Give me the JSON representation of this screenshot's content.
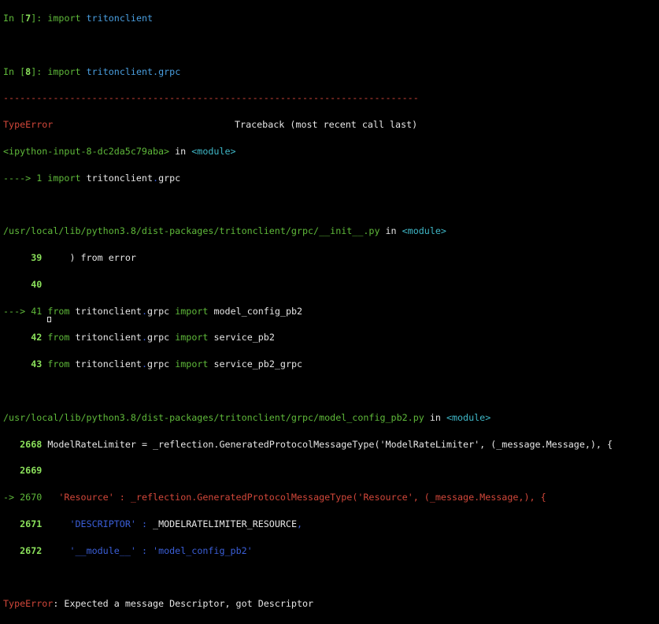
{
  "cells": [
    {
      "prompt_in": "In [",
      "num": "7",
      "prompt_close": "]: ",
      "kw": "import",
      "mod": "tritonclient"
    },
    {
      "prompt_in": "In [",
      "num": "8",
      "prompt_close": "]: ",
      "kw": "import",
      "mod": "tritonclient.grpc"
    }
  ],
  "traceback": {
    "separator": "---------------------------------------------------------------------------",
    "error_type": "TypeError",
    "header_right": "Traceback (most recent call last)",
    "frame1": {
      "source": "<ipython-input-8-dc2da5c79aba>",
      "in": " in ",
      "scope": "<module>",
      "arrow": "----> 1 ",
      "kw": "import",
      "code_a": " tritonclient",
      "dot": ".",
      "code_b": "grpc"
    },
    "frame2": {
      "path": "/usr/local/lib/python3.8/dist-packages/tritonclient/grpc/__init__.py",
      "in": " in ",
      "scope": "<module>",
      "lines": [
        {
          "gutter": "     ",
          "num": "39",
          "code": "     ) from error"
        },
        {
          "gutter": "     ",
          "num": "40",
          "code": ""
        }
      ],
      "arrow": "---> ",
      "arrow_num": "41",
      "imports": [
        {
          "num": "41",
          "from": "from",
          "pkg": " tritonclient",
          "sub": "grpc",
          "imp": "import",
          "name": " model_config_pb2"
        },
        {
          "num": "42",
          "from": "from",
          "pkg": " tritonclient",
          "sub": "grpc",
          "imp": "import",
          "name": " service_pb2"
        },
        {
          "num": "43",
          "from": "from",
          "pkg": " tritonclient",
          "sub": "grpc",
          "imp": "import",
          "name": " service_pb2_grpc"
        }
      ]
    },
    "frame3": {
      "path": "/usr/local/lib/python3.8/dist-packages/tritonclient/grpc/model_config_pb2.py",
      "in": " in ",
      "scope": "<module>",
      "l2668_num": "2668",
      "l2668_code": " ModelRateLimiter = _reflection.GeneratedProtocolMessageType('ModelRateLimiter', (_message.Message,), {",
      "l2669_num": "2669",
      "arrow": "-> ",
      "l2670_num": "2670",
      "l2670_code": "   'Resource' : _reflection.GeneratedProtocolMessageType('Resource', (_message.Message,), {",
      "l2671_num": "2671",
      "l2671_str": "     'DESCRIPTOR'",
      "l2671_sep": " : ",
      "l2671_val": "_MODELRATELIMITER_RESOURCE",
      "l2671_comma": ",",
      "l2672_num": "2672",
      "l2672_str": "     '__module__'",
      "l2672_sep": " : ",
      "l2672_val": "'model_config_pb2'"
    },
    "final_type": "TypeError",
    "final_msg": ": Expected a message Descriptor, got Descriptor"
  }
}
